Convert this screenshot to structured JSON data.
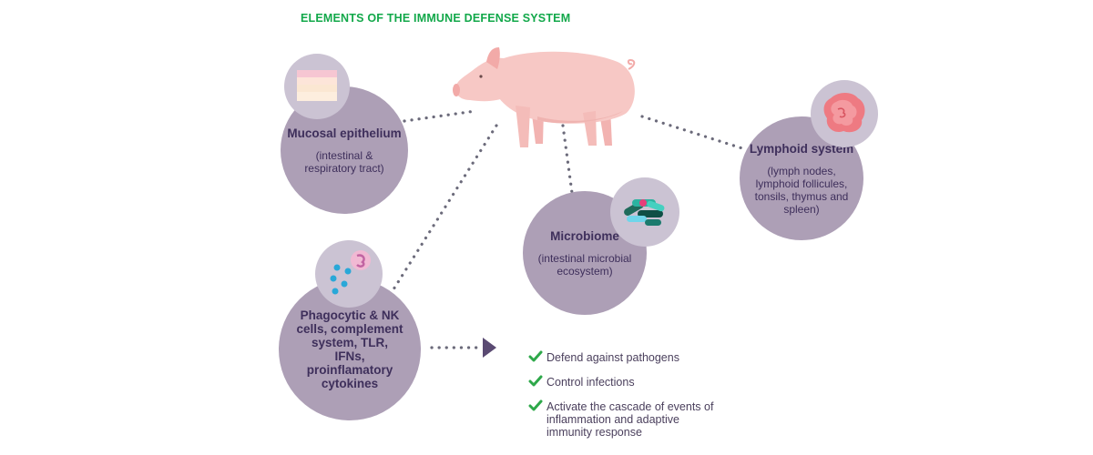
{
  "colors": {
    "title": "#12a84a",
    "circle": "#ad9fb6",
    "circle_text": "#3e2f5b",
    "badge": "#cbc3d3",
    "dots": "#6b6a7a",
    "arrow_head": "#5a4a72",
    "check": "#2ea84a",
    "outcome_text": "#4a3f5c"
  },
  "diagram": {
    "title": "ELEMENTS OF THE IMMUNE DEFENSE SYSTEM",
    "center_icon": "pig-icon",
    "nodes": [
      {
        "key": "mucosal",
        "title": "Mucosal epithelium",
        "description": "(intestinal & respiratory tract)",
        "icon": "tissue-layers-icon"
      },
      {
        "key": "phagocytic",
        "title": "Phagocytic & NK cells, complement system, TLR, IFNs, proinflamatory cytokines",
        "description": "",
        "icon": "immune-cells-icon"
      },
      {
        "key": "microbiome",
        "title": "Microbiome",
        "description": "(intestinal microbial ecosystem)",
        "icon": "bacteria-icon"
      },
      {
        "key": "lymphoid",
        "title": "Lymphoid system",
        "description": "(lymph nodes, lymphoid follicules, tonsils, thymus and spleen)",
        "icon": "lymph-node-icon"
      }
    ],
    "outcomes": [
      "Defend against pathogens",
      "Control infections",
      "Activate the cascade of events of inflammation and adaptive immunity response"
    ]
  }
}
